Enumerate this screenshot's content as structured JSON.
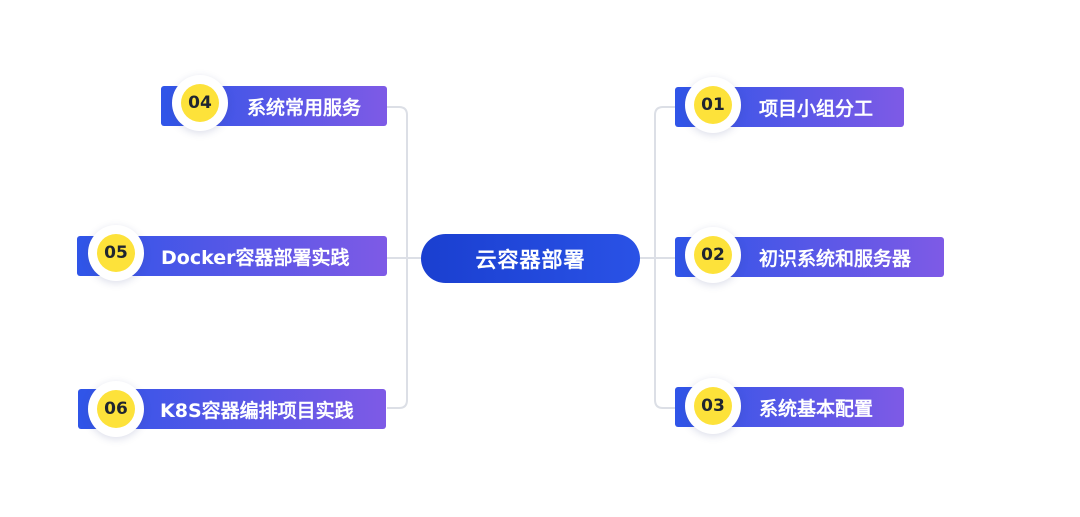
{
  "center": {
    "label": "云容器部署"
  },
  "nodes": [
    {
      "id": "01",
      "number": "01",
      "label": "项目小组分工"
    },
    {
      "id": "02",
      "number": "02",
      "label": "初识系统和服务器"
    },
    {
      "id": "03",
      "number": "03",
      "label": "系统基本配置"
    },
    {
      "id": "04",
      "number": "04",
      "label": "系统常用服务"
    },
    {
      "id": "05",
      "number": "05",
      "label": "Docker容器部署实践"
    },
    {
      "id": "06",
      "number": "06",
      "label": "K8S容器编排项目实践"
    }
  ],
  "colors": {
    "node_gradient_start": "#2f55e8",
    "node_gradient_end": "#7e5ae6",
    "center_color": "#1a3fd0",
    "badge_yellow": "#fde23a",
    "connector": "#dcdfe6"
  }
}
